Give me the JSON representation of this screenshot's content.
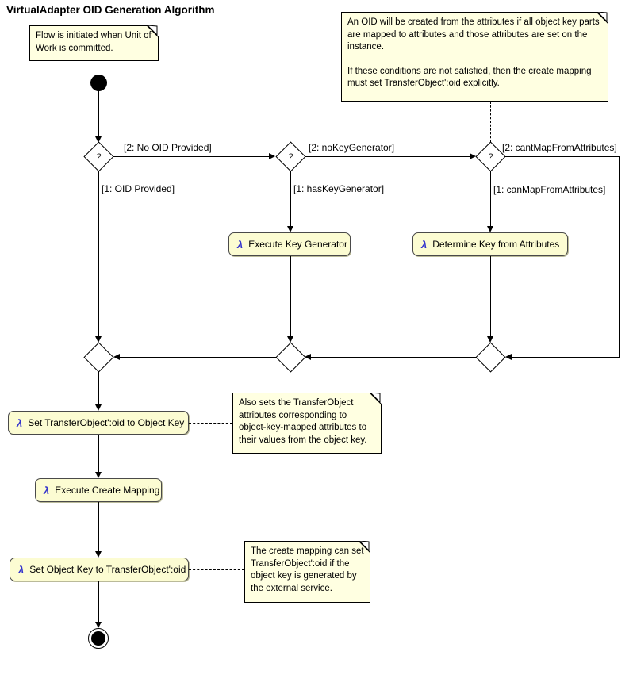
{
  "title": "VirtualAdapter OID Generation Algorithm",
  "decision_mark": "?",
  "lambda_icon": "λ",
  "notes": {
    "start": "Flow is initiated when Unit of Work is committed.",
    "oid_p1": "An OID will be created from the attributes if all object key parts are mapped to attributes and those attributes are set on the instance.",
    "oid_p2": "If these conditions are not satisfied, then the create mapping must set TransferObject':oid explicitly.",
    "also_sets": "Also sets the TransferObject attributes corresponding to object-key-mapped attributes to their values from the object key.",
    "create_mapping": "The create mapping can set TransferObject':oid if the object key is generated by the external service."
  },
  "actions": {
    "execute_key_generator": "Execute Key Generator",
    "determine_key_from_attributes": "Determine Key from Attributes",
    "set_oid_to_object_key": "Set TransferObject':oid to Object Key",
    "execute_create_mapping": "Execute Create Mapping",
    "set_object_key_to_oid": "Set Object Key to TransferObject':oid"
  },
  "guards": {
    "no_oid_provided": "[2: No OID Provided]",
    "oid_provided": "[1: OID Provided]",
    "no_key_generator": "[2: noKeyGenerator]",
    "has_key_generator": "[1: hasKeyGenerator]",
    "cant_map_from_attributes": "[2: cantMapFromAttributes]",
    "can_map_from_attributes": "[1: canMapFromAttributes]"
  },
  "colors": {
    "note_fill": "#FFFFE1",
    "action_fill": "#FCFCD2",
    "lambda_blue": "#3333CC",
    "line": "#000000"
  }
}
